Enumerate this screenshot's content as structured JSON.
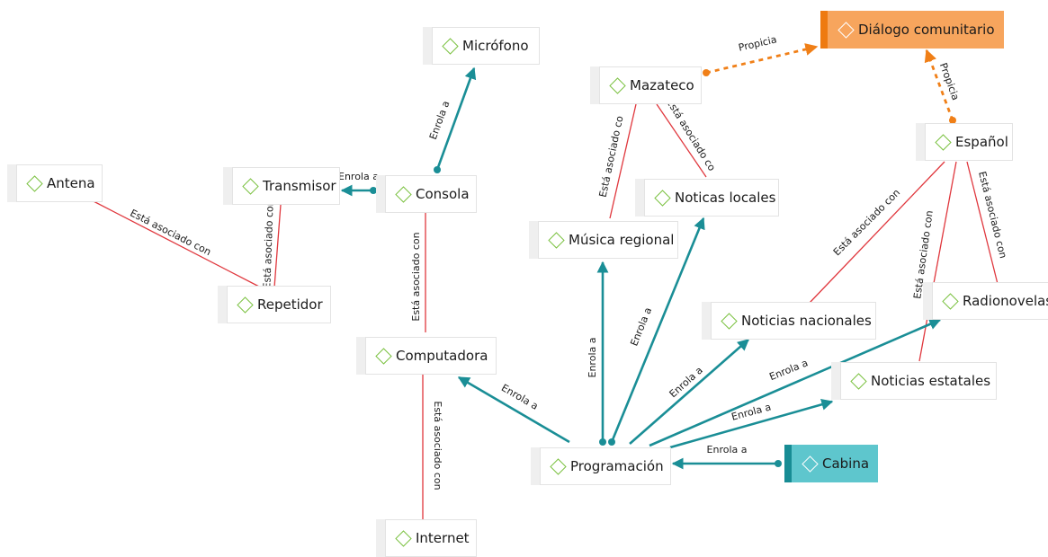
{
  "colors": {
    "enrola": "#1a8e96",
    "asociado": "#e0373d",
    "propicia": "#f07f17",
    "icon": "#7cc242"
  },
  "nodes": {
    "microfono": "Micrófono",
    "mazateco": "Mazateco",
    "dialogo": "Diálogo comunitario",
    "antena": "Antena",
    "transmisor": "Transmisor",
    "consola": "Consola",
    "espanol": "Español",
    "noticias_locales": "Noticas locales",
    "musica_regional": "Música regional",
    "repetidor": "Repetidor",
    "noticias_nacionales": "Noticias nacionales",
    "radionovelas": "Radionovelas",
    "computadora": "Computadora",
    "noticias_estatales": "Noticias estatales",
    "programacion": "Programación",
    "cabina": "Cabina",
    "internet": "Internet"
  },
  "links": {
    "enrola_a": "Enrola a",
    "enrola_a_cut": "Enrola a",
    "asociado": "Está asociado con",
    "asociado_cut": "Está asociado co",
    "propicia": "Propicia"
  }
}
